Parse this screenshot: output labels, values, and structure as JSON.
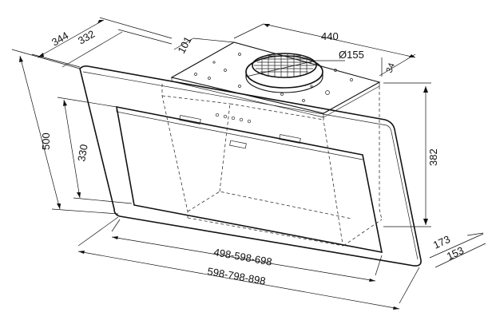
{
  "diagram": {
    "dimensions": {
      "overall_depth": "344",
      "top_depth": "332",
      "chimney_offset": "101",
      "top_width": "440",
      "outlet_diameter": "Ø155",
      "outlet_height": "34",
      "total_height": "500",
      "front_height": "330",
      "rear_height": "382",
      "bottom_offset_a": "173",
      "bottom_offset_b": "153",
      "inner_width": "498-598-698",
      "outer_width": "598-798-898"
    }
  }
}
